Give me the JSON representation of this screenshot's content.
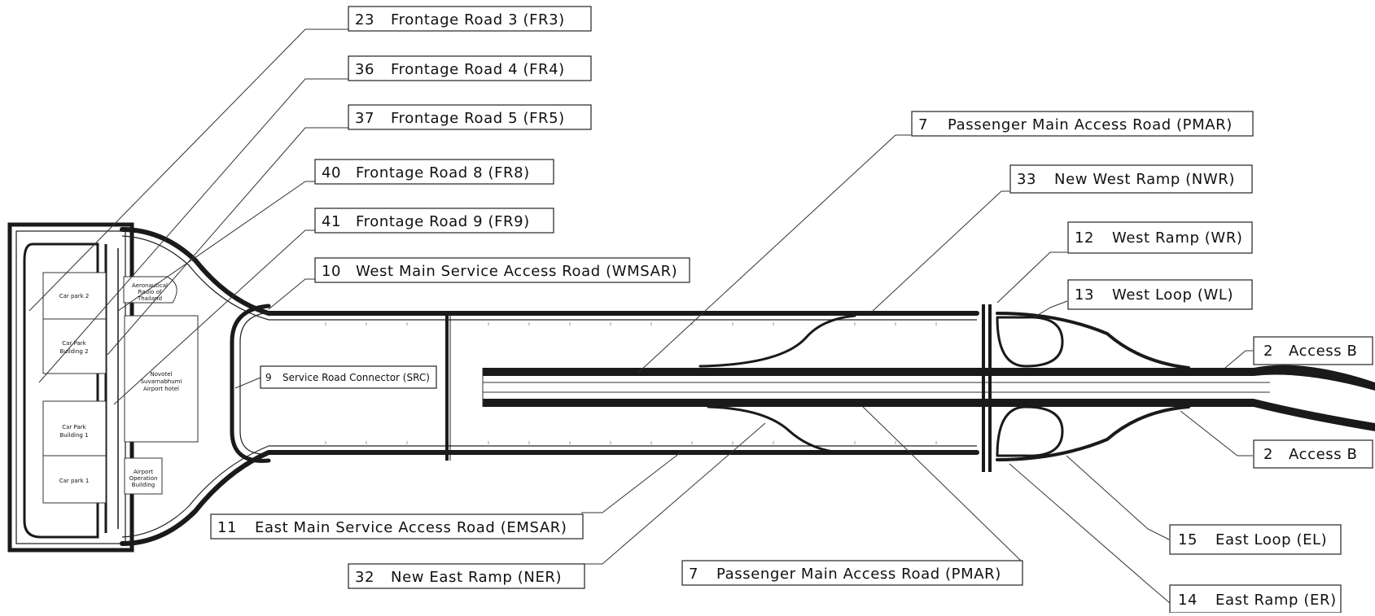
{
  "labels": {
    "fr3": {
      "num": "23",
      "text": "Frontage Road 3 (FR3)"
    },
    "fr4": {
      "num": "36",
      "text": "Frontage Road 4 (FR4)"
    },
    "fr5": {
      "num": "37",
      "text": "Frontage Road 5 (FR5)"
    },
    "fr8": {
      "num": "40",
      "text": "Frontage Road 8 (FR8)"
    },
    "fr9": {
      "num": "41",
      "text": "Frontage Road 9 (FR9)"
    },
    "wmsar": {
      "num": "10",
      "text": "West Main Service Access Road (WMSAR)"
    },
    "src": {
      "num": "9",
      "text": "Service Road Connector (SRC)"
    },
    "emsar": {
      "num": "11",
      "text": "East Main Service Access Road (EMSAR)"
    },
    "ner": {
      "num": "32",
      "text": "New East Ramp (NER)"
    },
    "pmar_bottom": {
      "num": "7",
      "text": "Passenger Main Access Road (PMAR)"
    },
    "pmar_top": {
      "num": "7",
      "text": "Passenger Main Access Road (PMAR)"
    },
    "nwr": {
      "num": "33",
      "text": "New West Ramp (NWR)"
    },
    "wr": {
      "num": "12",
      "text": "West Ramp (WR)"
    },
    "wl": {
      "num": "13",
      "text": "West Loop (WL)"
    },
    "access_b_top": {
      "num": "2",
      "text": "Access B"
    },
    "access_b_bottom": {
      "num": "2",
      "text": "Access B"
    },
    "el": {
      "num": "15",
      "text": "East Loop (EL)"
    },
    "er": {
      "num": "14",
      "text": "East Ramp (ER)"
    }
  },
  "buildings": {
    "car_park_2": "Car park 2",
    "car_park_building_2": [
      "Car Park",
      "Building 2"
    ],
    "car_park_building_1": [
      "Car Park",
      "Building 1"
    ],
    "car_park_1": "Car park 1",
    "aeronautical_radio": [
      "Aeronautical",
      "Radio of",
      "Thailand"
    ],
    "novotel": [
      "Novotel",
      "Suvarnabhumi",
      "Airport hotel"
    ],
    "airport_operation": [
      "Airport",
      "Operation",
      "Building"
    ]
  },
  "colors": {
    "road": "#1a1a1a",
    "line": "#333333",
    "background": "#ffffff"
  }
}
